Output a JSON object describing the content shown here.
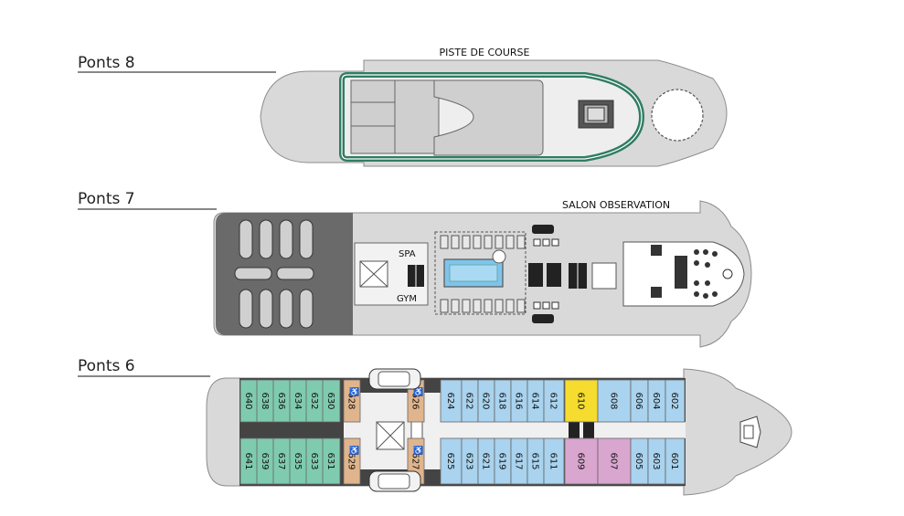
{
  "decks": [
    {
      "id": "deck-8",
      "title": "Ponts 8",
      "venues": [
        "PISTE DE COURSE"
      ]
    },
    {
      "id": "deck-7",
      "title": "Ponts 7",
      "venues": [
        "SALON OBSERVATION"
      ],
      "rooms": [
        "SPA",
        "GYM"
      ]
    },
    {
      "id": "deck-6",
      "title": "Ponts 6"
    }
  ],
  "cabins": {
    "top_row": [
      "640",
      "638",
      "636",
      "634",
      "632",
      "630",
      "628",
      "626",
      "624",
      "622",
      "620",
      "618",
      "616",
      "614",
      "612",
      "610",
      "608",
      "606",
      "604",
      "602"
    ],
    "bottom_row": [
      "641",
      "639",
      "637",
      "635",
      "633",
      "631",
      "629",
      "627",
      "625",
      "623",
      "621",
      "619",
      "617",
      "615",
      "611",
      "609",
      "607",
      "605",
      "603",
      "601"
    ]
  },
  "accessible_symbol": "♿",
  "colors": {
    "hull": "#d9d9d9",
    "hull_outline": "#8c8c8c",
    "track": "#2f7d62",
    "cabin_green": "#7fcbb0",
    "cabin_blue": "#a9d3ee",
    "cabin_tan": "#e0b58d",
    "cabin_yellow": "#f5dc2e",
    "cabin_pink": "#d9a6cf",
    "corridor": "#444444",
    "pool": "#7fc4ea"
  }
}
